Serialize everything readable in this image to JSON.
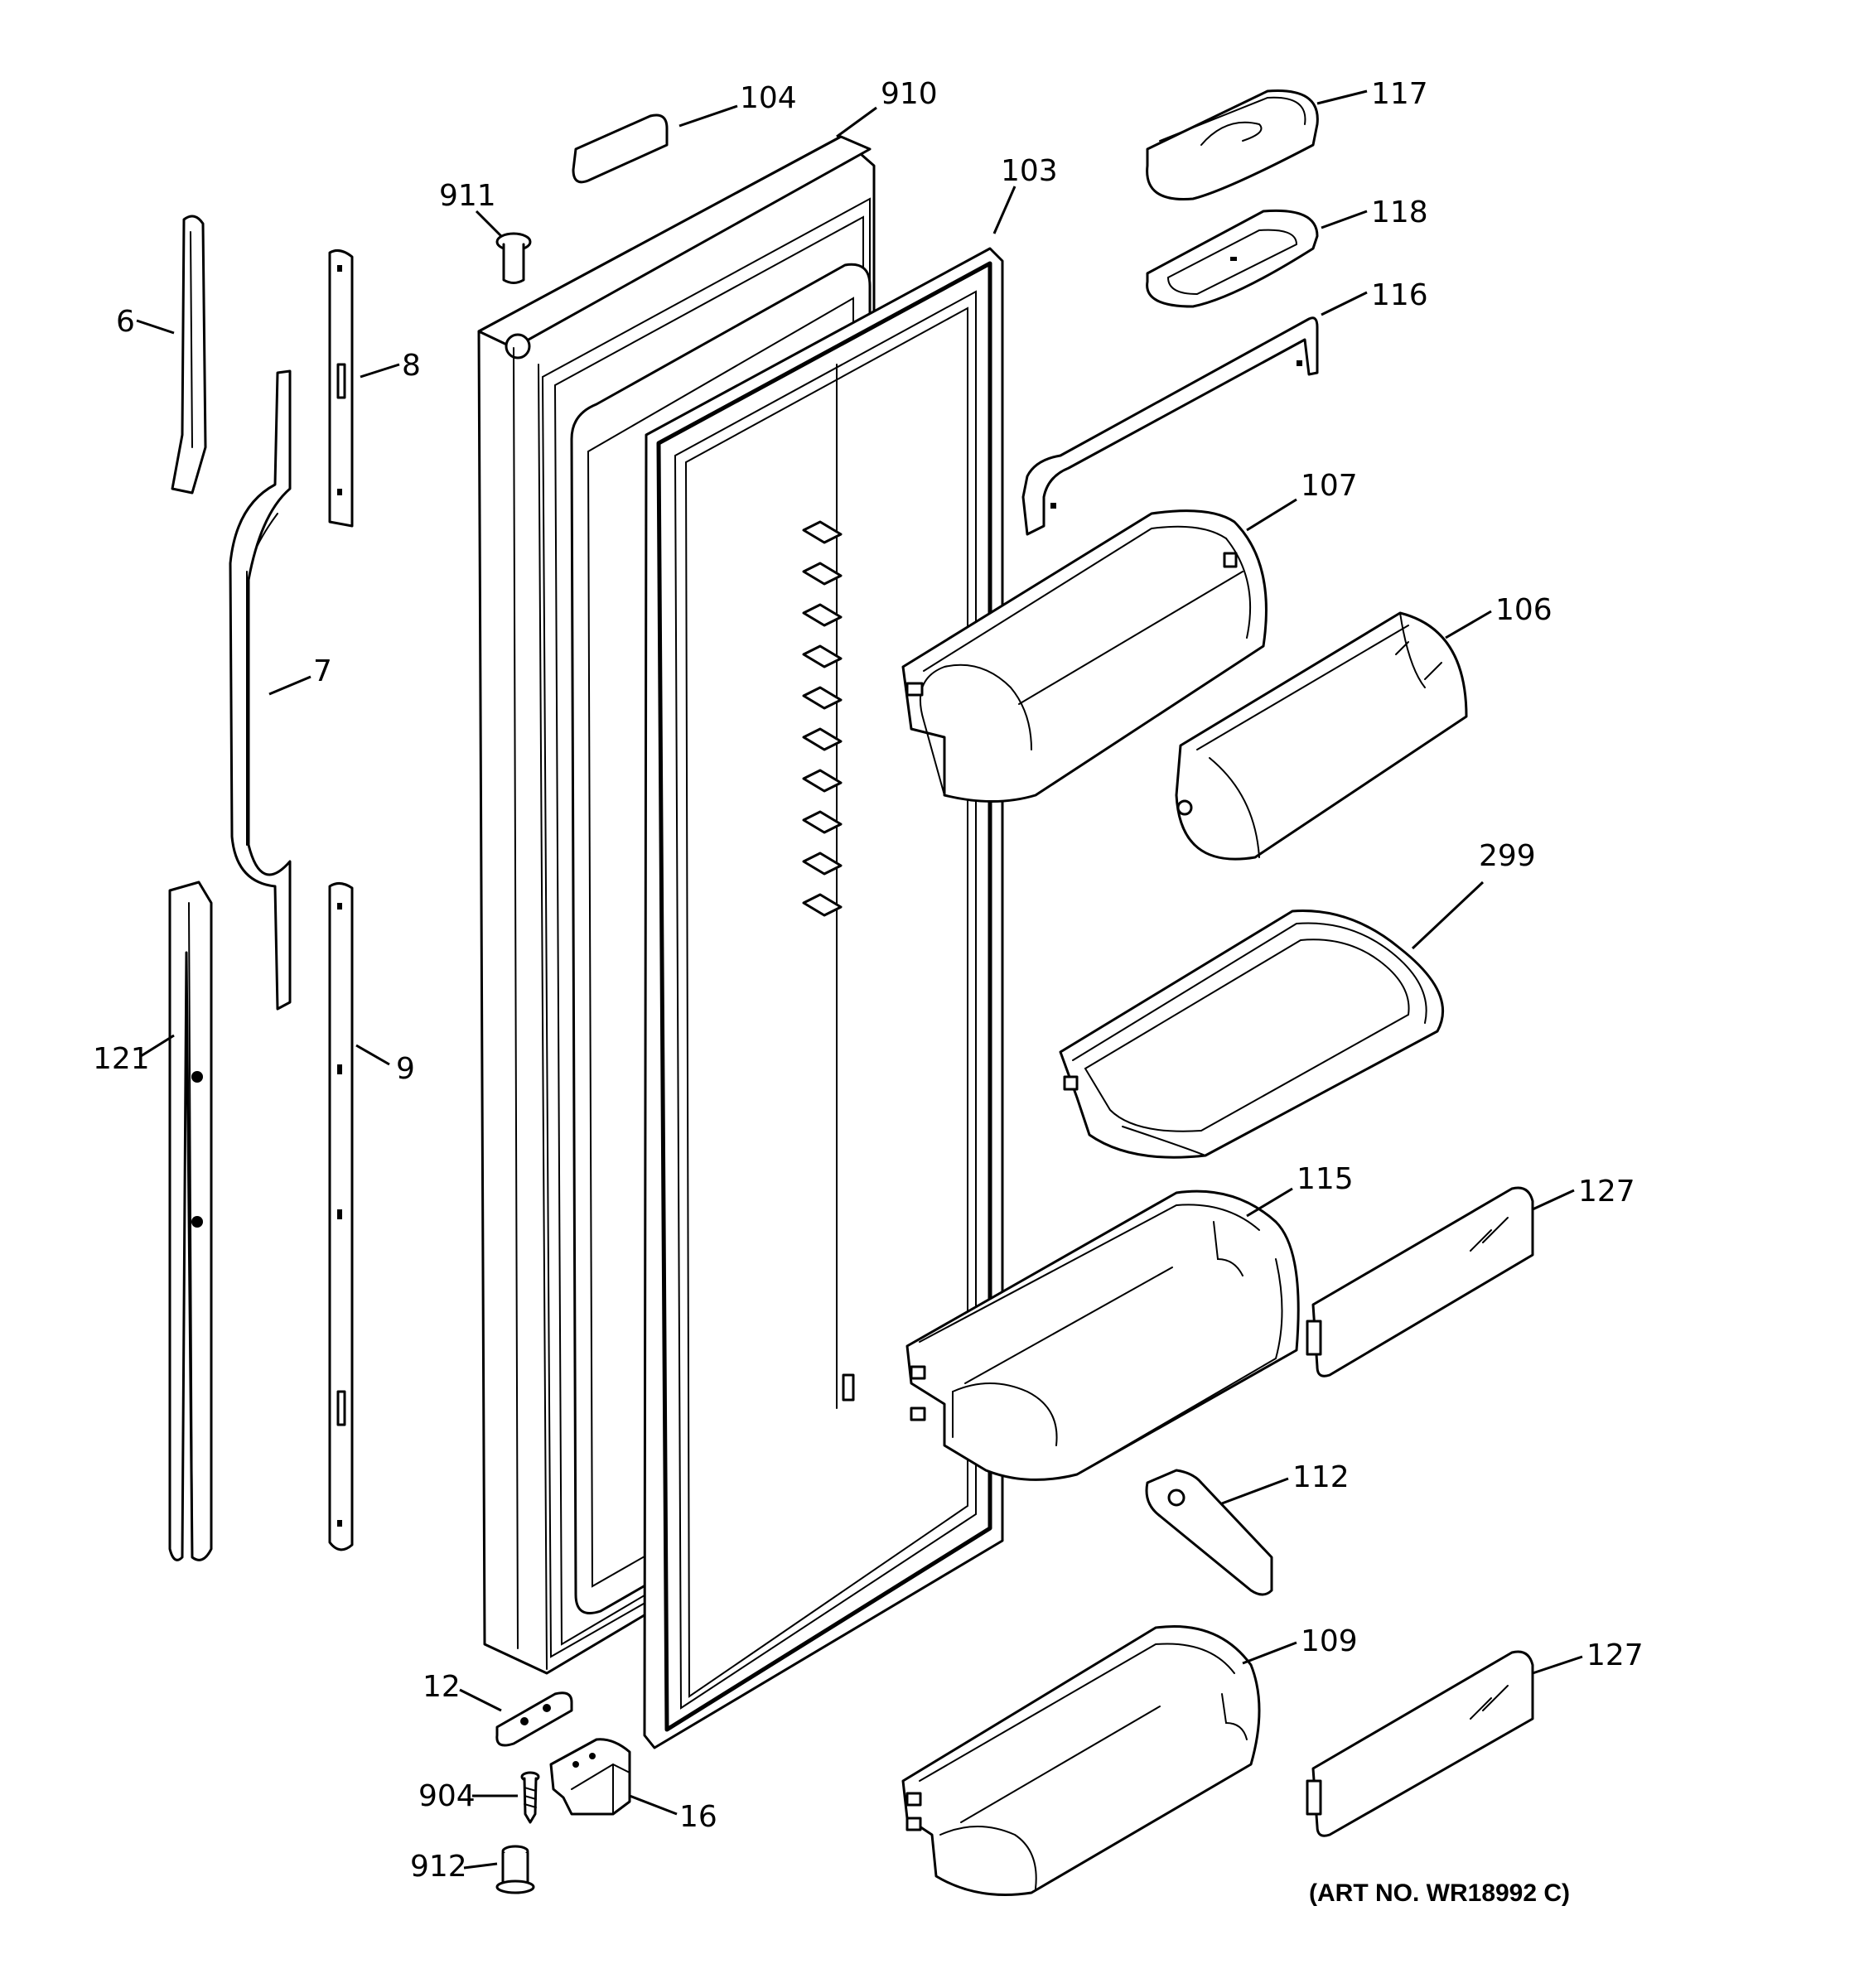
{
  "diagram": {
    "art_number": "(ART NO. WR18992 C)",
    "labels": {
      "p104": "104",
      "p910": "910",
      "p117": "117",
      "p911": "911",
      "p103": "103",
      "p118": "118",
      "p116": "116",
      "p6": "6",
      "p8": "8",
      "p107": "107",
      "p106": "106",
      "p7": "7",
      "p299": "299",
      "p121": "121",
      "p9": "9",
      "p115": "115",
      "p127a": "127",
      "p112": "112",
      "p109": "109",
      "p127b": "127",
      "p12": "12",
      "p904": "904",
      "p16": "16",
      "p912": "912"
    }
  }
}
